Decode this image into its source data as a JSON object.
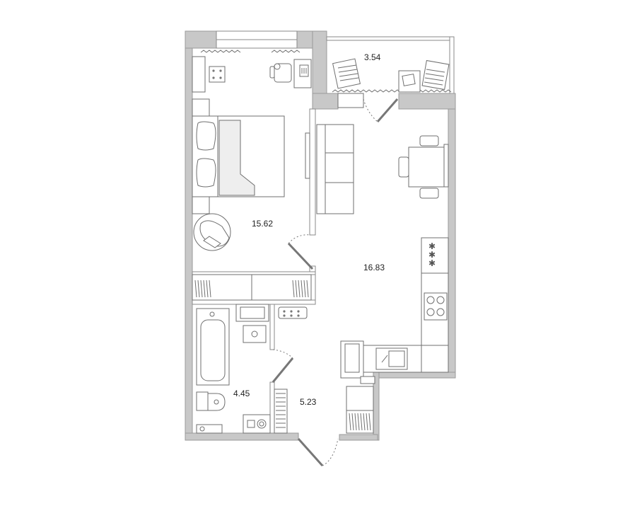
{
  "plan": {
    "rooms": [
      {
        "id": "balcony",
        "area": "3.54"
      },
      {
        "id": "bedroom",
        "area": "15.62"
      },
      {
        "id": "kitchen-living",
        "area": "16.83"
      },
      {
        "id": "bathroom",
        "area": "4.45"
      },
      {
        "id": "hallway",
        "area": "5.23"
      }
    ],
    "colors": {
      "wall": "#c8c8c8",
      "wall_stroke": "#9a9a9a",
      "furniture_stroke": "#6f6f6f",
      "text": "#222222"
    },
    "icons": [
      "bed-icon",
      "armchair-icon",
      "sofa-icon",
      "dining-table-icon",
      "chair-icon",
      "stove-icon",
      "sink-icon",
      "bathtub-icon",
      "toilet-icon",
      "washing-machine-icon",
      "fridge-icon",
      "desk-icon",
      "lounge-chair-icon",
      "wardrobe-icon"
    ]
  }
}
